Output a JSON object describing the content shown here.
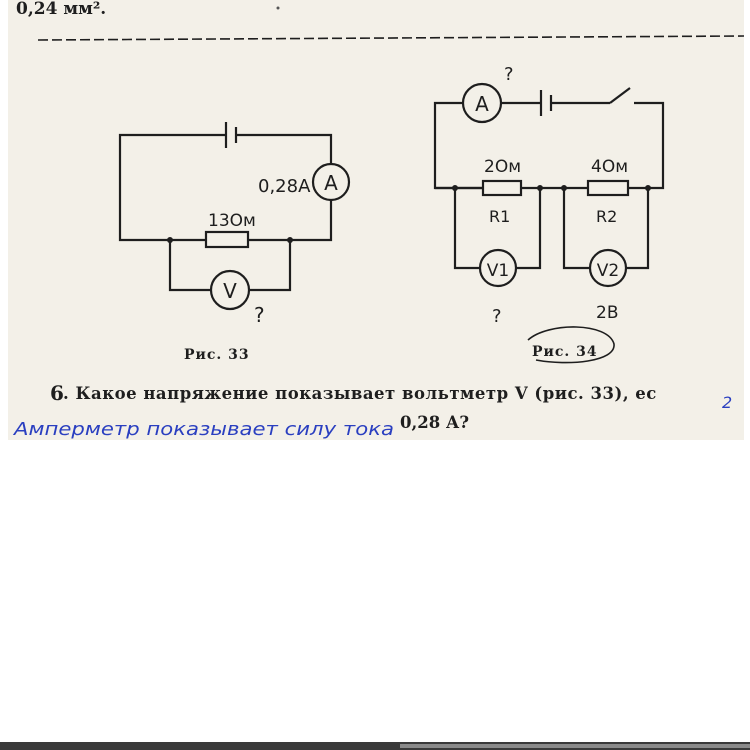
{
  "top_text": "0,24 мм².",
  "fig33": {
    "caption": "Рис. 33",
    "ammeter_symbol": "A",
    "ammeter_reading": "0,28A",
    "resistor_label": "13Ом",
    "voltmeter_symbol": "V",
    "unknown_mark": "?"
  },
  "fig34": {
    "caption": "Рис. 34",
    "ammeter_symbol": "A",
    "ammeter_unknown": "?",
    "r1_value": "2Ом",
    "r1_name": "R1",
    "r2_value": "4Ом",
    "r2_name": "R2",
    "v1_symbol": "V1",
    "v1_unknown": "?",
    "v2_symbol": "V2",
    "v2_reading": "2В"
  },
  "question": {
    "number": "6",
    "printed_line1": ". Какое напряжение показывает вольтметр V (рис. 33), ес",
    "handwritten": "Амперметр показывает силу тока",
    "printed_line2": "0,28 А?",
    "margin_mark": "2"
  },
  "colors": {
    "paper": "#f3f0e8",
    "ink_blue": "#2a3fc0",
    "line": "#1e1e1e"
  }
}
